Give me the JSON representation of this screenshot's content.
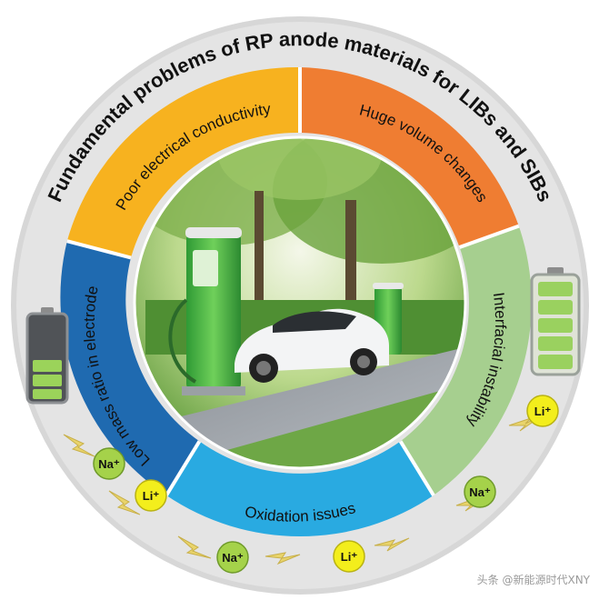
{
  "title": "Fundamental problems of RP anode materials for LIBs and SIBs",
  "segments": [
    {
      "label": "Poor electrical conductivity",
      "color": "#f7b21f"
    },
    {
      "label": "Huge volume changes",
      "color": "#ef7d32"
    },
    {
      "label": "Interfacial instability",
      "color": "#a6cf8f"
    },
    {
      "label": "Oxidation issues",
      "color": "#29aae1"
    },
    {
      "label": "Low mass ratio in electrode",
      "color": "#1f6ab0"
    }
  ],
  "ions": {
    "na": "Na⁺",
    "li": "Li⁺"
  },
  "watermark": "头条 @新能源时代XNY",
  "colors": {
    "outer_ring": "#d9d9d9",
    "ion_na": "#a5d24a",
    "ion_li": "#f3ee1c",
    "battery_green": "#8cc63f"
  }
}
